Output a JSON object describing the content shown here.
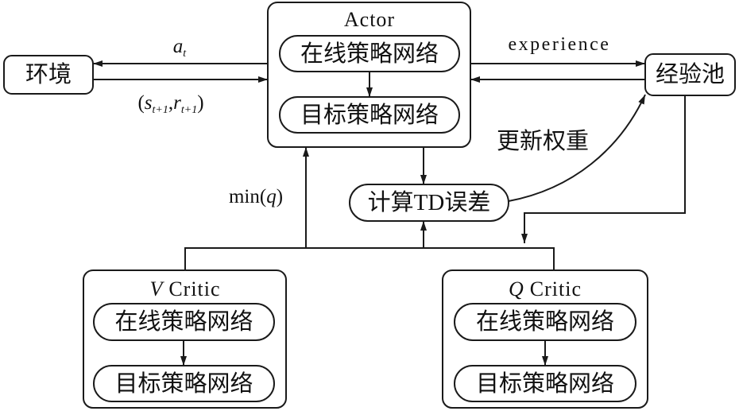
{
  "environment": {
    "label": "环境"
  },
  "actor": {
    "title": "Actor",
    "online_net": "在线策略网络",
    "target_net": "目标策略网络"
  },
  "replay_buffer": {
    "label": "经验池"
  },
  "td_error": {
    "label": "计算TD误差"
  },
  "v_critic": {
    "title_symbol": "V",
    "title_text": "Critic",
    "online_net": "在线策略网络",
    "target_net": "目标策略网络"
  },
  "q_critic": {
    "title_symbol": "Q",
    "title_text": "Critic",
    "online_net": "在线策略网络",
    "target_net": "目标策略网络"
  },
  "edges": {
    "action": {
      "symbol": "a",
      "subscript": "t"
    },
    "observation": {
      "open": "(",
      "state": "s",
      "state_sub": "t+1",
      "comma": ",",
      "reward": "r",
      "reward_sub": "t+1",
      "close": ")"
    },
    "experience": {
      "label": "experience"
    },
    "update_weights": {
      "label": "更新权重"
    },
    "min_q": {
      "func": "min",
      "open": "(",
      "var": "q",
      "close": ")"
    }
  }
}
